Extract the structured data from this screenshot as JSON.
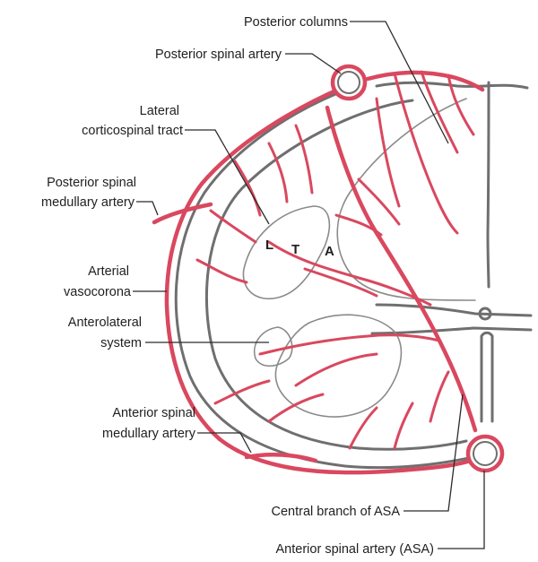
{
  "labels": {
    "posterior_columns": "Posterior columns",
    "posterior_spinal_artery": "Posterior spinal artery",
    "lateral_corticospinal_1": "Lateral",
    "lateral_corticospinal_2": "corticospinal tract",
    "posterior_medullary_1": "Posterior spinal",
    "posterior_medullary_2": "medullary artery",
    "arterial_vasocorona_1": "Arterial",
    "arterial_vasocorona_2": "vasocorona",
    "anterolateral_1": "Anterolateral",
    "anterolateral_2": "system",
    "anterior_medullary_1": "Anterior spinal",
    "anterior_medullary_2": "medullary artery",
    "central_branch": "Central branch of ASA",
    "anterior_spinal_artery": "Anterior spinal artery (ASA)"
  },
  "tract_letters": {
    "l": "L",
    "t": "T",
    "a": "A"
  },
  "colors": {
    "artery": "#d9485f",
    "cord_outline": "#6f6f6f",
    "text": "#1f1f1f"
  }
}
